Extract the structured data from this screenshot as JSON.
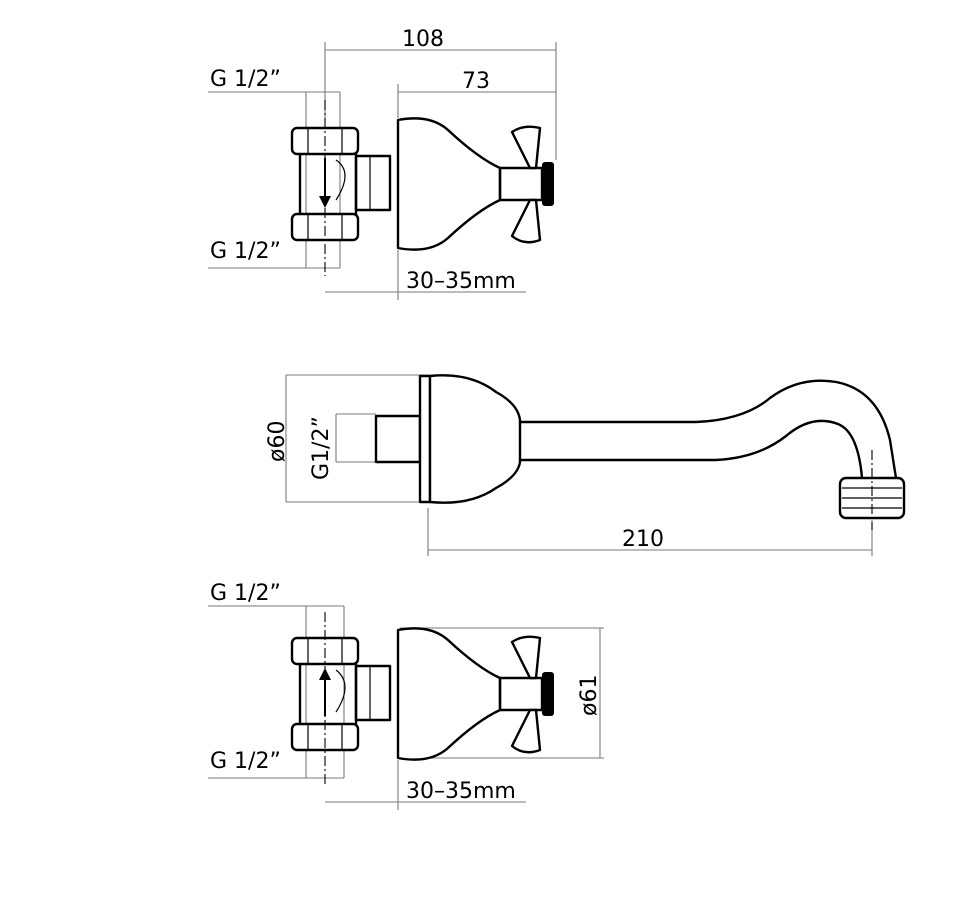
{
  "top_valve": {
    "dim_overall": "108",
    "dim_body": "73",
    "thread_top": "G 1/2”",
    "thread_bottom": "G 1/2”",
    "dim_wall": "30–35mm"
  },
  "spout": {
    "dim_diameter": "ø60",
    "dim_thread": "G1/2”",
    "dim_length": "210"
  },
  "bottom_valve": {
    "thread_top": "G 1/2”",
    "thread_bottom": "G 1/2”",
    "dim_wall": "30–35mm",
    "dim_diameter": "ø61"
  }
}
